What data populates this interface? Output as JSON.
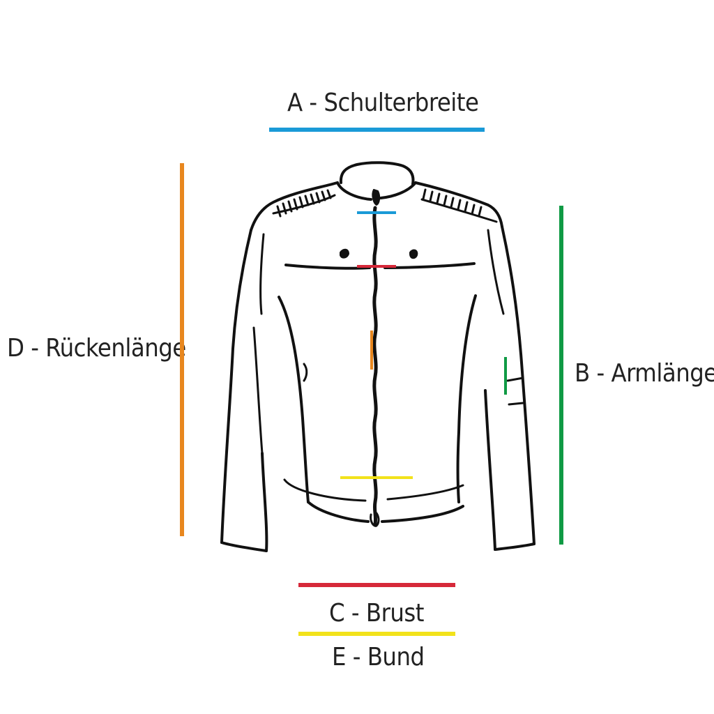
{
  "measurements": {
    "shoulder": {
      "label": "A - Schulterbreite",
      "color": "#1a9ad7"
    },
    "sleeve": {
      "label": "B - Armlänge",
      "color": "#0f9a44"
    },
    "chest": {
      "label": "C - Brust",
      "color": "#d62839"
    },
    "back": {
      "label": "D - Rückenlänge",
      "color": "#e8871e"
    },
    "waist": {
      "label": "E - Bund",
      "color": "#f2e21b"
    }
  }
}
